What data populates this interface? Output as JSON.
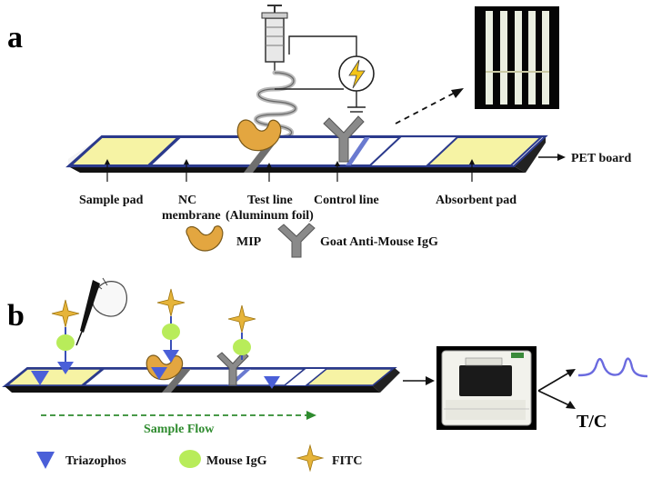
{
  "panels": {
    "a": {
      "letter": "a"
    },
    "b": {
      "letter": "b"
    }
  },
  "labels_a": {
    "sample_pad": "Sample pad",
    "nc_membrane_1": "NC",
    "nc_membrane_2": "membrane",
    "test_line_1": "Test line",
    "test_line_2": "(Aluminum foil)",
    "control_line": "Control line",
    "absorbent_pad": "Absorbent pad",
    "pet_board": "PET board"
  },
  "legend_a": {
    "mip": "MIP",
    "goat_igg": "Goat Anti-Mouse IgG"
  },
  "labels_b": {
    "sample_flow": "Sample Flow",
    "tc": "T/C"
  },
  "legend_b": {
    "triazophos": "Triazophos",
    "mouse_igg": "Mouse IgG",
    "fitc": "FITC"
  },
  "colors": {
    "pad_yellow": "#f6f3a4",
    "strip_blue": "#2b3a8c",
    "mip_orange": "#e3a640",
    "antibody_gray": "#8a8a8a",
    "triazophos_blue": "#4a5fd8",
    "mouse_igg_green": "#b8ec5a",
    "fitc_gold": "#e6b43a",
    "flow_green": "#2e8b2e",
    "signal_purple": "#6a6adf"
  }
}
